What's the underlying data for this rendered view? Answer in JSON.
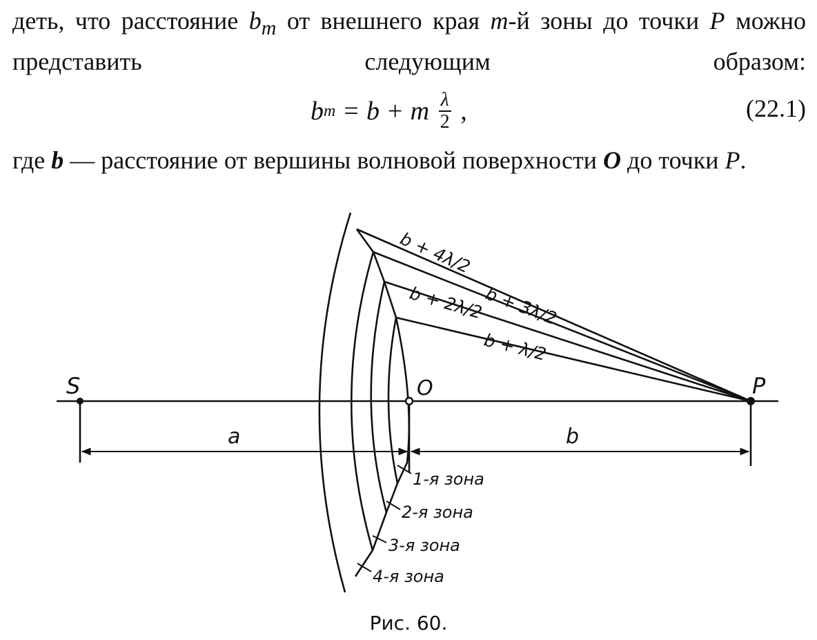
{
  "paragraph_1": {
    "line1_a": "деть, что расстояние ",
    "line1_var": "b",
    "line1_sub": "m",
    "line1_b": " от внешнего края ",
    "line1_m": "m",
    "line1_c": "-й зоны до",
    "line2_a": "точки ",
    "line2_p": "P",
    "line2_b": " можно представить следующим образом:"
  },
  "formula": {
    "lhs": "b",
    "lhs_sub": "m",
    "eq": " = b + m ",
    "frac_num": "λ",
    "frac_den": "2",
    "tail": " ,",
    "number": "(22.1)"
  },
  "paragraph_2": {
    "a": "где ",
    "b_var": "b",
    "c": " — расстояние от вершины волновой поверхности ",
    "o_var": "O",
    "d": " до точки ",
    "p_var": "P",
    "e": "."
  },
  "figure": {
    "label_s": "S",
    "label_o": "O",
    "label_p": "P",
    "label_a": "a",
    "label_b": "b",
    "ray_1": "b + λ/2",
    "ray_2": "b + 2λ/2",
    "ray_3": "b + 3λ/2",
    "ray_4": "b + 4λ/2",
    "zone_1": "1-я зона",
    "zone_2": "2-я зона",
    "zone_3": "3-я зона",
    "zone_4": "4-я зона"
  },
  "caption": "Рис. 60."
}
